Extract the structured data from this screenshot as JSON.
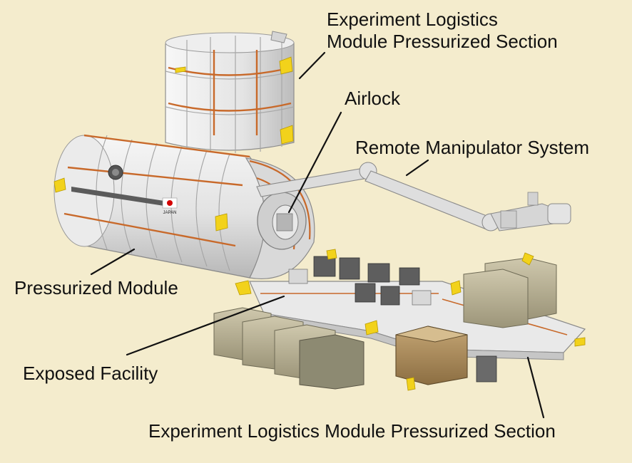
{
  "labels": {
    "elm_ps_top": [
      "Experiment Logistics",
      "Module Pressurized Section"
    ],
    "airlock": "Airlock",
    "rms": "Remote Manipulator System",
    "pm": "Pressurized Module",
    "ef": "Exposed Facility",
    "elm_ps_bottom": "Experiment Logistics Module Pressurized Section"
  },
  "flag_text": "JAPAN",
  "colors": {
    "background": "#f4eccd",
    "module": "#e6e6e6",
    "module_shadow": "#bdbdbd",
    "accent_orange": "#c8692a",
    "handrail_yellow": "#f2d21b",
    "payload_tan": "#bdb59a",
    "payload_brown": "#a88a5c",
    "flag_red": "#d40000"
  }
}
